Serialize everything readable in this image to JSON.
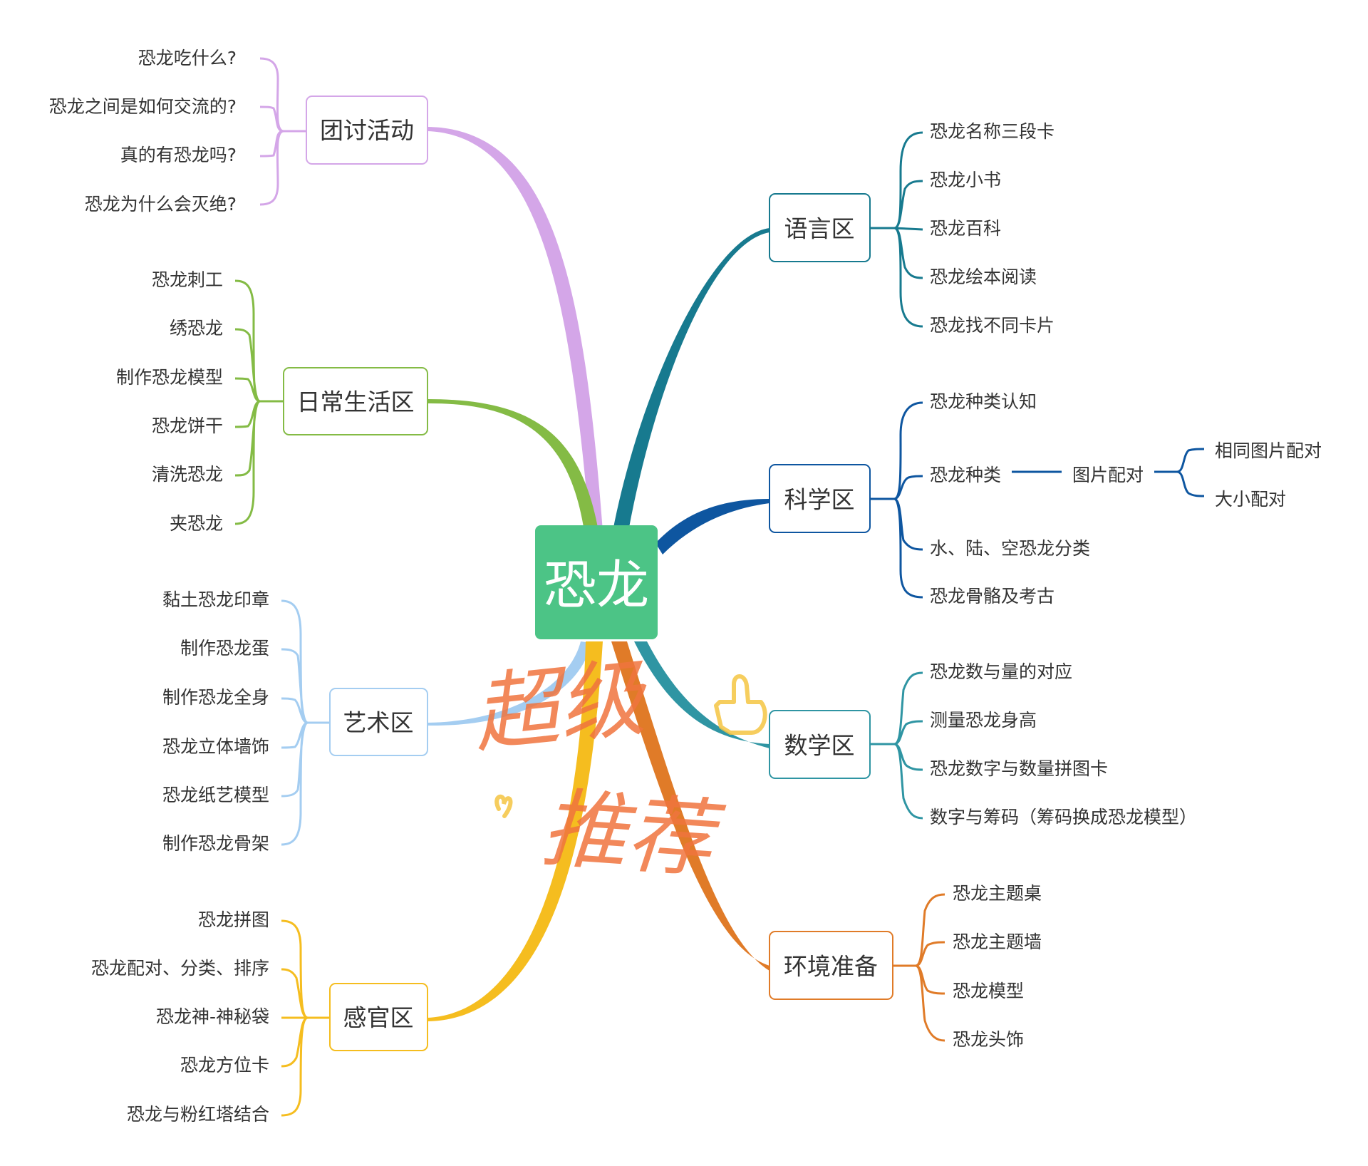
{
  "central": {
    "label": "恐龙",
    "color": "#4cc486"
  },
  "branches": [
    {
      "key": "tuantao",
      "label": "团讨活动",
      "color": "#d4a6e8",
      "children": [
        "恐龙吃什么?",
        "恐龙之间是如何交流的?",
        "真的有恐龙吗?",
        "恐龙为什么会灭绝?"
      ]
    },
    {
      "key": "richang",
      "label": "日常生活区",
      "color": "#84bb45",
      "children": [
        "恐龙刺工",
        "绣恐龙",
        "制作恐龙模型",
        "恐龙饼干",
        "清洗恐龙",
        "夹恐龙"
      ]
    },
    {
      "key": "yishu",
      "label": "艺术区",
      "color": "#a4cdf1",
      "children": [
        "黏土恐龙印章",
        "制作恐龙蛋",
        "制作恐龙全身",
        "恐龙立体墙饰",
        "恐龙纸艺模型",
        "制作恐龙骨架"
      ]
    },
    {
      "key": "ganguan",
      "label": "感官区",
      "color": "#f5bd1f",
      "children": [
        "恐龙拼图",
        "恐龙配对、分类、排序",
        "恐龙神-神秘袋",
        "恐龙方位卡",
        "恐龙与粉红塔结合"
      ]
    },
    {
      "key": "yuyan",
      "label": "语言区",
      "color": "#177a8f",
      "children": [
        "恐龙名称三段卡",
        "恐龙小书",
        "恐龙百科",
        "恐龙绘本阅读",
        "恐龙找不同卡片"
      ]
    },
    {
      "key": "kexue",
      "label": "科学区",
      "color": "#0e56a0",
      "children": [
        "恐龙种类认知",
        "恐龙种类",
        "水、陆、空恐龙分类",
        "恐龙骨骼及考古"
      ],
      "sub": {
        "label": "图片配对",
        "children": [
          "相同图片配对",
          "大小配对"
        ]
      }
    },
    {
      "key": "shuxue",
      "label": "数学区",
      "color": "#2f95a3",
      "children": [
        "恐龙数与量的对应",
        "测量恐龙身高",
        "恐龙数字与数量拼图卡",
        "数字与筹码（筹码换成恐龙模型）"
      ]
    },
    {
      "key": "huanjing",
      "label": "环境准备",
      "color": "#e07b28",
      "children": [
        "恐龙主题桌",
        "恐龙主题墙",
        "恐龙模型",
        "恐龙头饰"
      ]
    }
  ],
  "annotation": {
    "handwriting_1": "超级",
    "handwriting_2": "推荐",
    "ink_color": "#f0743e",
    "heart_color": "#f5c542"
  }
}
